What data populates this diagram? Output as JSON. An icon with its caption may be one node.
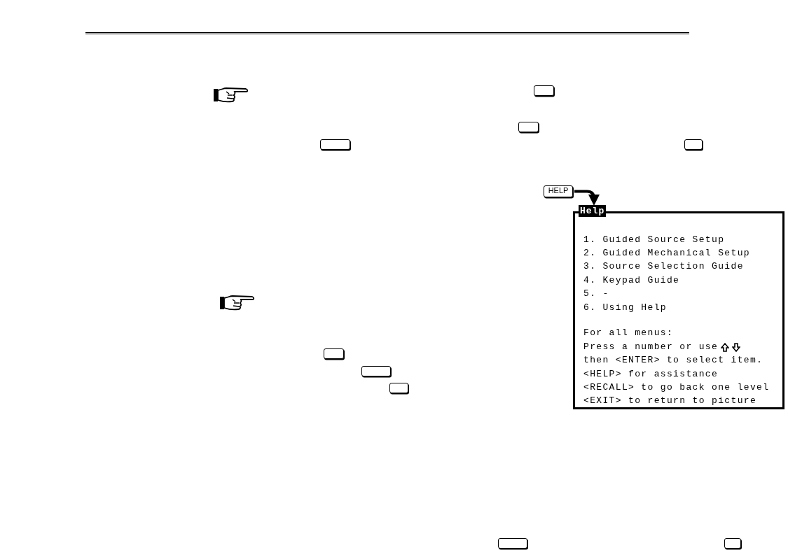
{
  "diagram": {
    "nodes": [
      {
        "text": [
          "HELP"
        ]
      },
      {
        "text": [
          "Help",
          "1. Guided Source Setup",
          "2. Guided Mechanical Setup",
          "3. Source Selection Guide",
          "4. Keypad Guide",
          "5. -",
          "6. Using Help",
          "For all menus:",
          "Press a number or use",
          "then <ENTER> to select item.",
          "<HELP> for assistance",
          "<RECALL> to go back one level",
          "<EXIT> to return to picture"
        ]
      }
    ],
    "edges": [
      {
        "from": 0,
        "to": 1,
        "arrow": "to"
      }
    ]
  }
}
